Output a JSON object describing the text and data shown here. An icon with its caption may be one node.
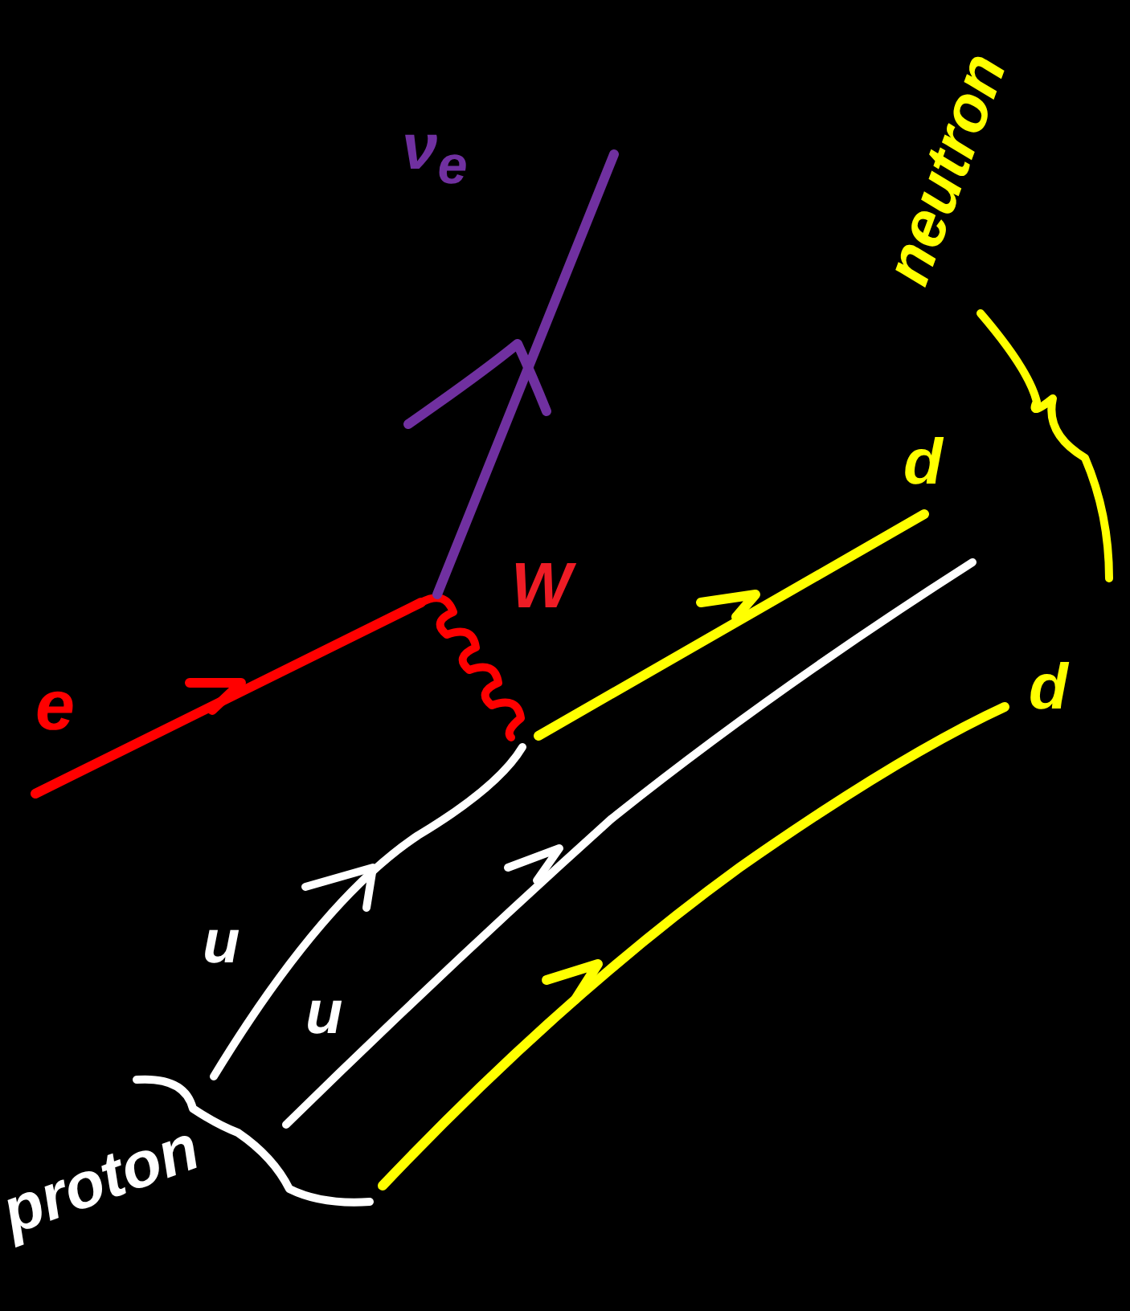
{
  "diagram": {
    "labels": [
      "ν$_{e}$",
      "neutron",
      "W",
      "d",
      "e",
      "d",
      "u",
      "u",
      "proton"
    ]
  }
}
